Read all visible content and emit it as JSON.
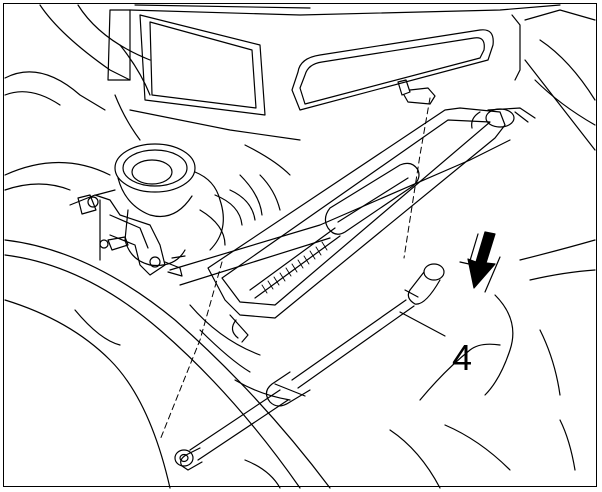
{
  "diagram": {
    "callout_label": "4",
    "line_color": "#000000",
    "background": "#ffffff",
    "components": [
      "trunk-lid-frame",
      "fuel-filler-neck",
      "gas-strut-installed",
      "gas-strut-removed",
      "mounting-bracket",
      "ball-stud",
      "direction-arrow"
    ]
  }
}
